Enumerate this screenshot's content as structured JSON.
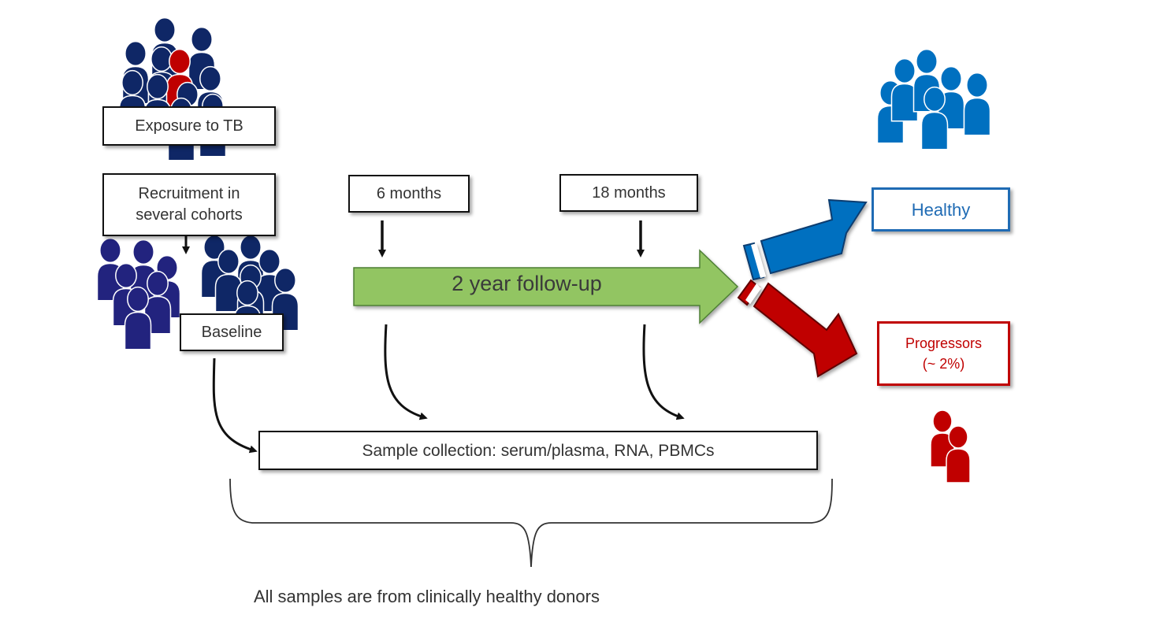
{
  "labels": {
    "exposure": "Exposure to TB",
    "recruitment_line1": "Recruitment in",
    "recruitment_line2": "several cohorts",
    "baseline": "Baseline",
    "month6": "6 months",
    "month18": "18 months",
    "followup": "2 year follow-up",
    "healthy": "Healthy",
    "progressors_line1": "Progressors",
    "progressors_line2": "(~ 2%)",
    "sample_collection": "Sample collection: serum/plasma, RNA, PBMCs",
    "footnote": "All samples are from clinically healthy donors"
  },
  "icons": {
    "exposure_group": "people-group-icon",
    "baseline_group": "people-group-icon",
    "healthy_group": "people-group-icon",
    "progressor_group": "people-pair-icon"
  },
  "colors": {
    "navy": "#0F2766",
    "indigo": "#22237E",
    "exposure_red": "#BF0000",
    "healthy_blue": "#0070C0",
    "progressor_red": "#C00000",
    "followup_green": "#92C562",
    "healthy_text": "#1F6BB4",
    "progressor_text": "#C00000"
  }
}
